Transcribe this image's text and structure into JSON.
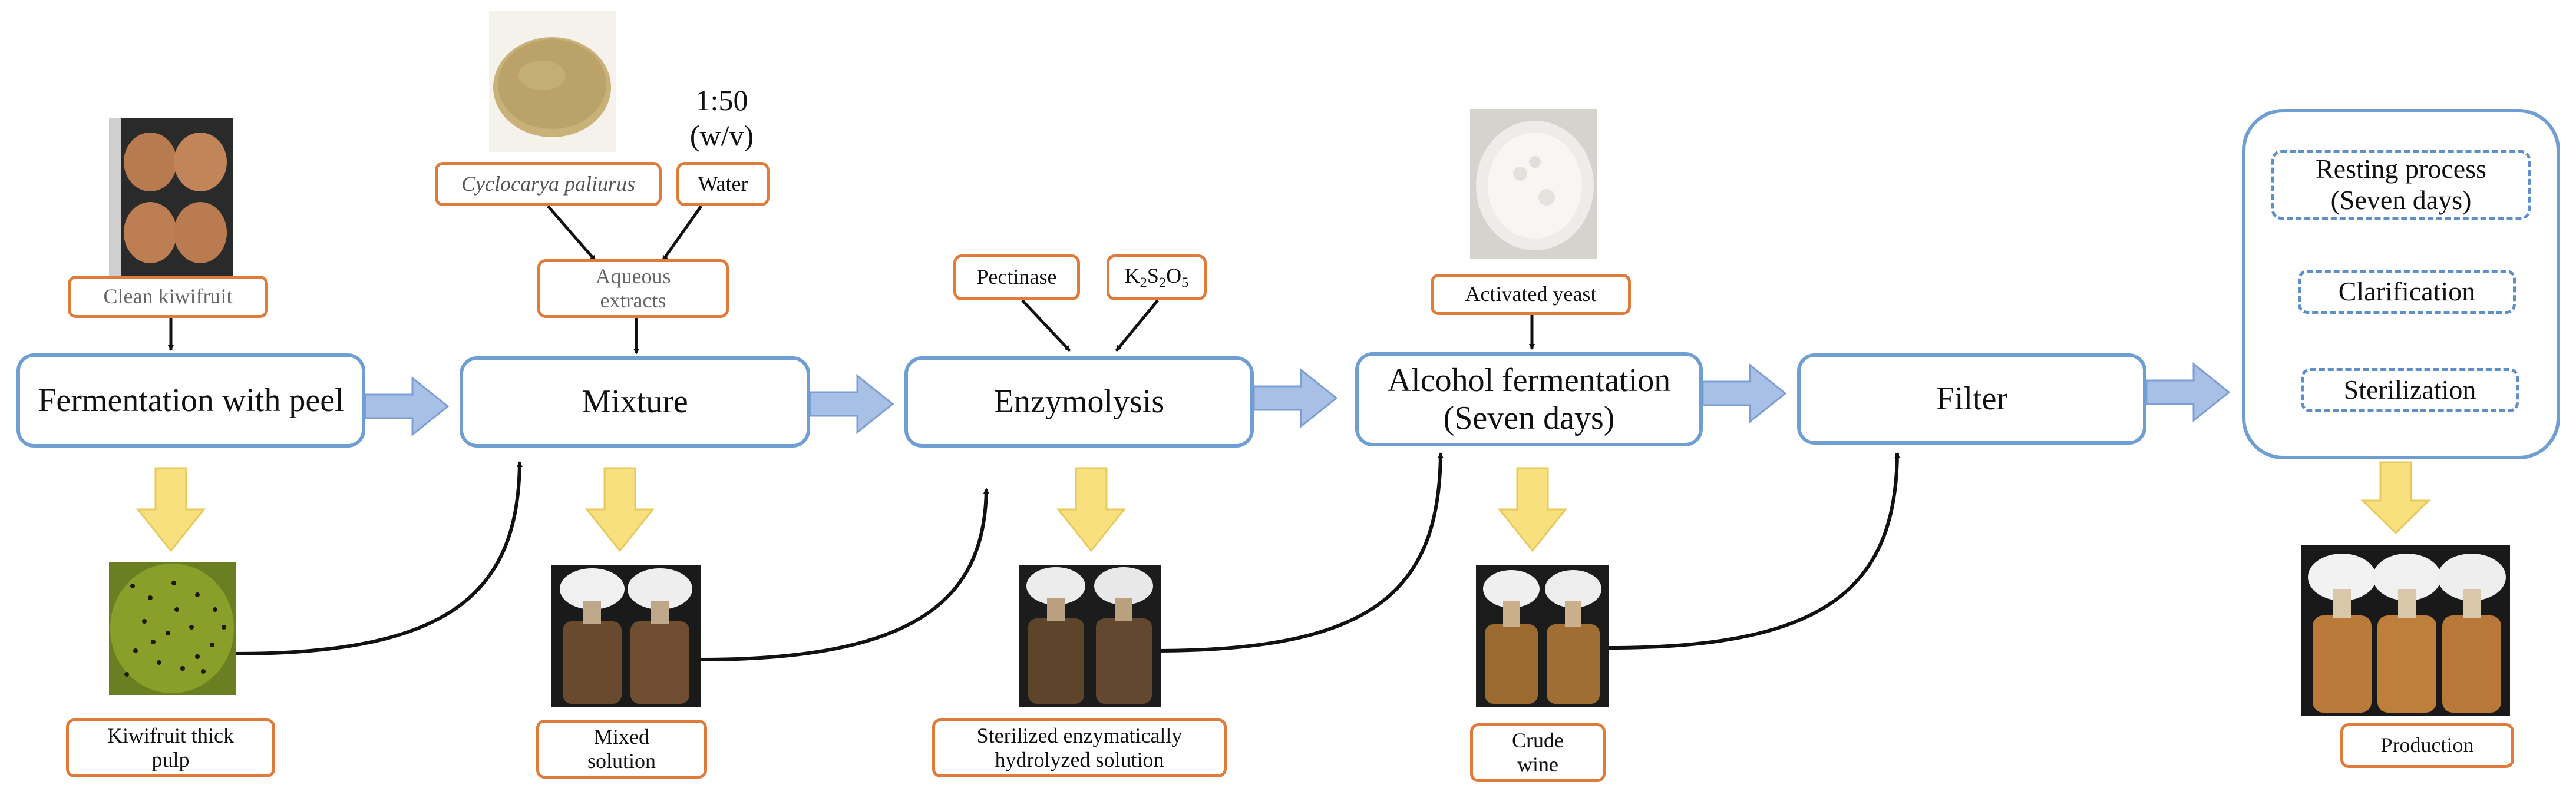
{
  "steps": {
    "fermentation": "Fermentation with peel",
    "mixture": "Mixture",
    "enzymolysis": "Enzymolysis",
    "alcohol_line1": "Alcohol fermentation",
    "alcohol_line2": "(Seven days)",
    "filter": "Filter"
  },
  "post_steps": {
    "resting_line1": "Resting process",
    "resting_line2": "(Seven days)",
    "clarification": "Clarification",
    "sterilization": "Sterilization"
  },
  "inputs": {
    "clean_kiwifruit": "Clean kiwifruit",
    "cyclocarya": "Cyclocarya paliurus",
    "water": "Water",
    "ratio_line1": "1:50",
    "ratio_line2": "(w/v)",
    "aqueous_line1": "Aqueous",
    "aqueous_line2": "extracts",
    "pectinase": "Pectinase",
    "k_symbol": "K",
    "k_sub": "2",
    "s_symbol": "S",
    "s_sub": "2",
    "o_symbol": "O",
    "o_sub": "5",
    "activated_yeast": "Activated yeast"
  },
  "outputs": {
    "kiwifruit_pulp_line1": "Kiwifruit thick",
    "kiwifruit_pulp_line2": "pulp",
    "mixed_line1": "Mixed",
    "mixed_line2": "solution",
    "sterilized_line1": "Sterilized enzymatically",
    "sterilized_line2": "hydrolyzed solution",
    "crude_line1": "Crude",
    "crude_line2": "wine",
    "production": "Production"
  },
  "colors": {
    "step_border": "#6f9fd2",
    "label_border": "#e07b3b",
    "flow_arrow": "#a9c0e6",
    "down_arrow": "#f9e07f"
  }
}
